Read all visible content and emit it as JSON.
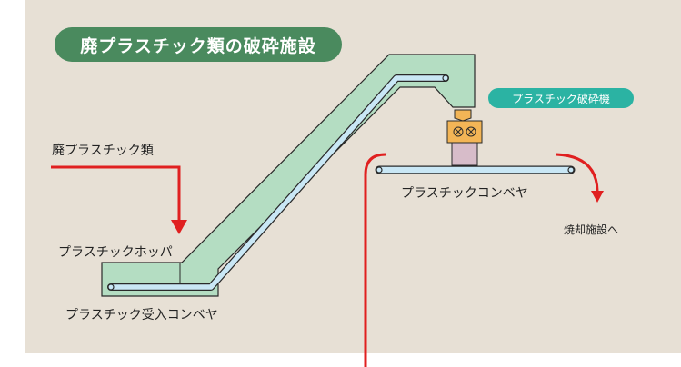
{
  "title": "廃プラスチック類の破砕施設",
  "labels": {
    "input": "廃プラスチック類",
    "hopper": "プラスチックホッパ",
    "receiving_conveyor": "プラスチック受入コンベヤ",
    "crusher": "プラスチック破砕機",
    "conveyor": "プラスチックコンベヤ",
    "incinerator": "焼却施設へ"
  },
  "colors": {
    "panel_bg": "#e7e0d5",
    "title_badge": "#4a8a5e",
    "machine_badge": "#2bb3a3",
    "conveyor_body": "#b4ddc2",
    "belt": "#c9e7f5",
    "crusher": "#f3b556",
    "hopper_box": "#d7bcc9",
    "flow_arrow": "#e02020"
  }
}
